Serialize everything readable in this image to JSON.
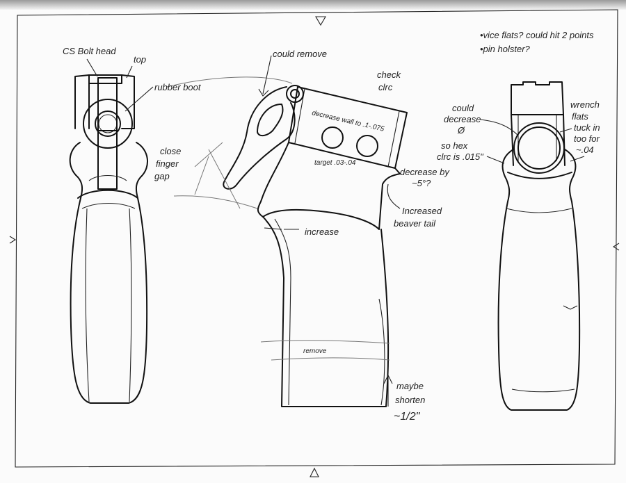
{
  "sheet": {
    "notes_top_right": [
      "•vice flats? could hit 2 points",
      "•pin holster?"
    ]
  },
  "side_view_left": {
    "labels": {
      "bolt_head": "CS Bolt head",
      "top": "top",
      "rubber_boot": "rubber boot",
      "close_finger_gap": [
        "close",
        "finger",
        "gap"
      ]
    }
  },
  "side_view_center": {
    "labels": {
      "could_remove": "could remove",
      "check_clearance": [
        "check",
        "clrc"
      ],
      "decrease_wall": "decrease wall to .1-.075",
      "target": "target .03-.04",
      "decrease_by": [
        "decrease by",
        "~5°?"
      ],
      "increased_beavertail": [
        "Increased",
        "beaver tail"
      ],
      "increase": "increase",
      "remove": "remove",
      "maybe_shorten": [
        "maybe",
        "shorten",
        "~1/2\""
      ]
    }
  },
  "side_view_right": {
    "labels": {
      "could_decrease": [
        "could",
        "decrease",
        "Ø"
      ],
      "hex_clearance": [
        "so hex",
        "clrc is .015\""
      ],
      "wrench_flats": [
        "wrench",
        "flats",
        "tuck in",
        "too for",
        "~.04"
      ]
    }
  }
}
